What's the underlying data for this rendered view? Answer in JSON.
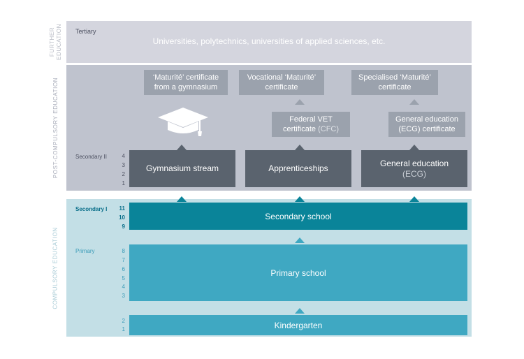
{
  "sections": {
    "further": "Further education",
    "post_compulsory": "Post-compulsory education",
    "compulsory": "Compulsory education"
  },
  "tertiary": {
    "label": "Tertiary",
    "text": "Universities, polytechnics, universities of applied sciences, etc."
  },
  "certificates": {
    "gymnasium_line1": "‘Maturité’ certificate",
    "gymnasium_line2": "from a gymnasium",
    "vocational_line1": "Vocational ‘Maturité’",
    "vocational_line2": "certificate",
    "specialised_line1": "Specialised ‘Maturité’",
    "specialised_line2": "certificate",
    "federal_line1": "Federal VET",
    "federal_line2": "certificate",
    "federal_abbr": "(CFC)",
    "general_cert_line1": "General education",
    "general_cert_line2": "(ECG) certificate"
  },
  "secondary2": {
    "label": "Secondary II",
    "years": [
      "4",
      "3",
      "2",
      "1"
    ],
    "gymnasium": "Gymnasium stream",
    "apprenticeships": "Apprenticeships",
    "general_line1": "General education",
    "general_line2": "(ECG)"
  },
  "secondary1": {
    "label": "Secondary I",
    "years": [
      "11",
      "10",
      "9"
    ],
    "box": "Secondary school"
  },
  "primary": {
    "label": "Primary",
    "years": [
      "8",
      "7",
      "6",
      "5",
      "4",
      "3"
    ],
    "box": "Primary school"
  },
  "kindergarten": {
    "years": [
      "2",
      "1"
    ],
    "box": "Kindergarten"
  },
  "icons": {
    "graduation": "graduation-cap-icon"
  },
  "colors": {
    "dark_grey": "#5a636e",
    "mid_grey": "#9ba2ad",
    "teal_dark": "#0a8499",
    "teal": "#3fa8c2"
  }
}
